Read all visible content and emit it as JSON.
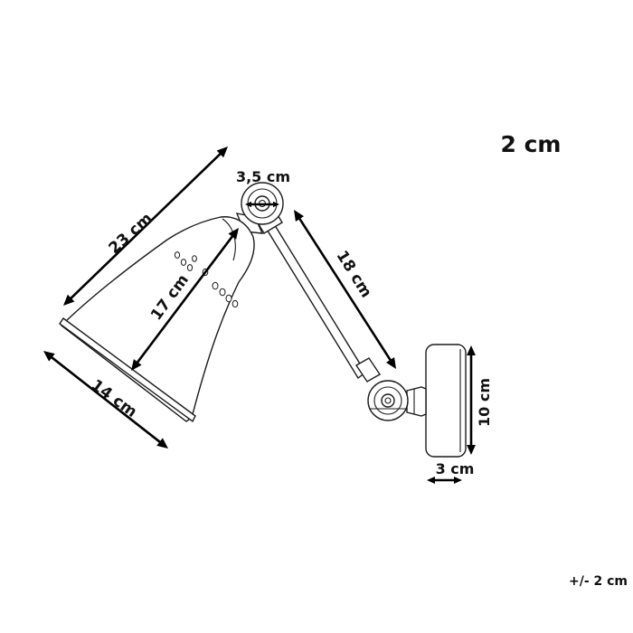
{
  "scale_note": "2 cm",
  "tolerance_note": "+/- 2 cm",
  "dimensions": {
    "lamp_length": "23 cm",
    "shade_height": "17 cm",
    "shade_diameter": "14 cm",
    "joint_diameter": "3,5 cm",
    "arm_length": "18 cm",
    "base_height": "10 cm",
    "base_depth": "3 cm"
  }
}
